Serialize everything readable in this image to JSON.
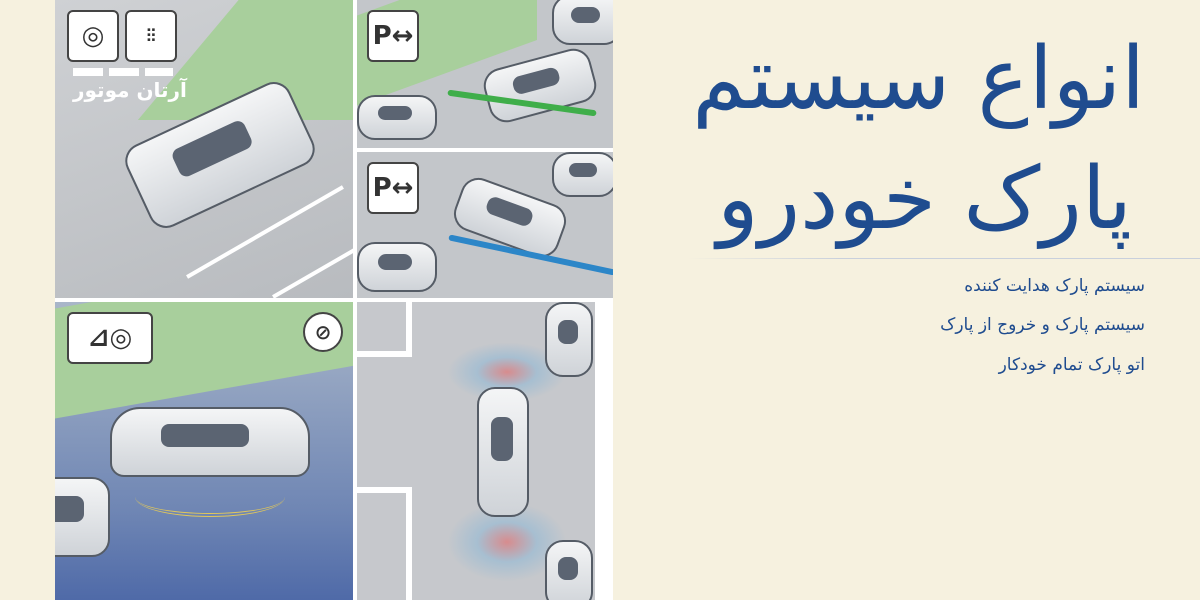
{
  "logo": {
    "text": "آرتان موتور"
  },
  "title": {
    "line1": "انواع سیستم",
    "line2": "پارک خودرو"
  },
  "items": [
    {
      "label": "سیستم پارک هدایت کننده"
    },
    {
      "label": "سیستم پارک و خروج از پارک"
    },
    {
      "label": "اتو پارک تمام خودکار"
    }
  ],
  "signs": {
    "parking_1": "P↔",
    "parking_2": "P↔"
  },
  "colors": {
    "title": "#1f4c8f",
    "background": "#f6f1df",
    "green_arrow": "#3fae4a",
    "blue_arrow": "#2c86c8"
  }
}
